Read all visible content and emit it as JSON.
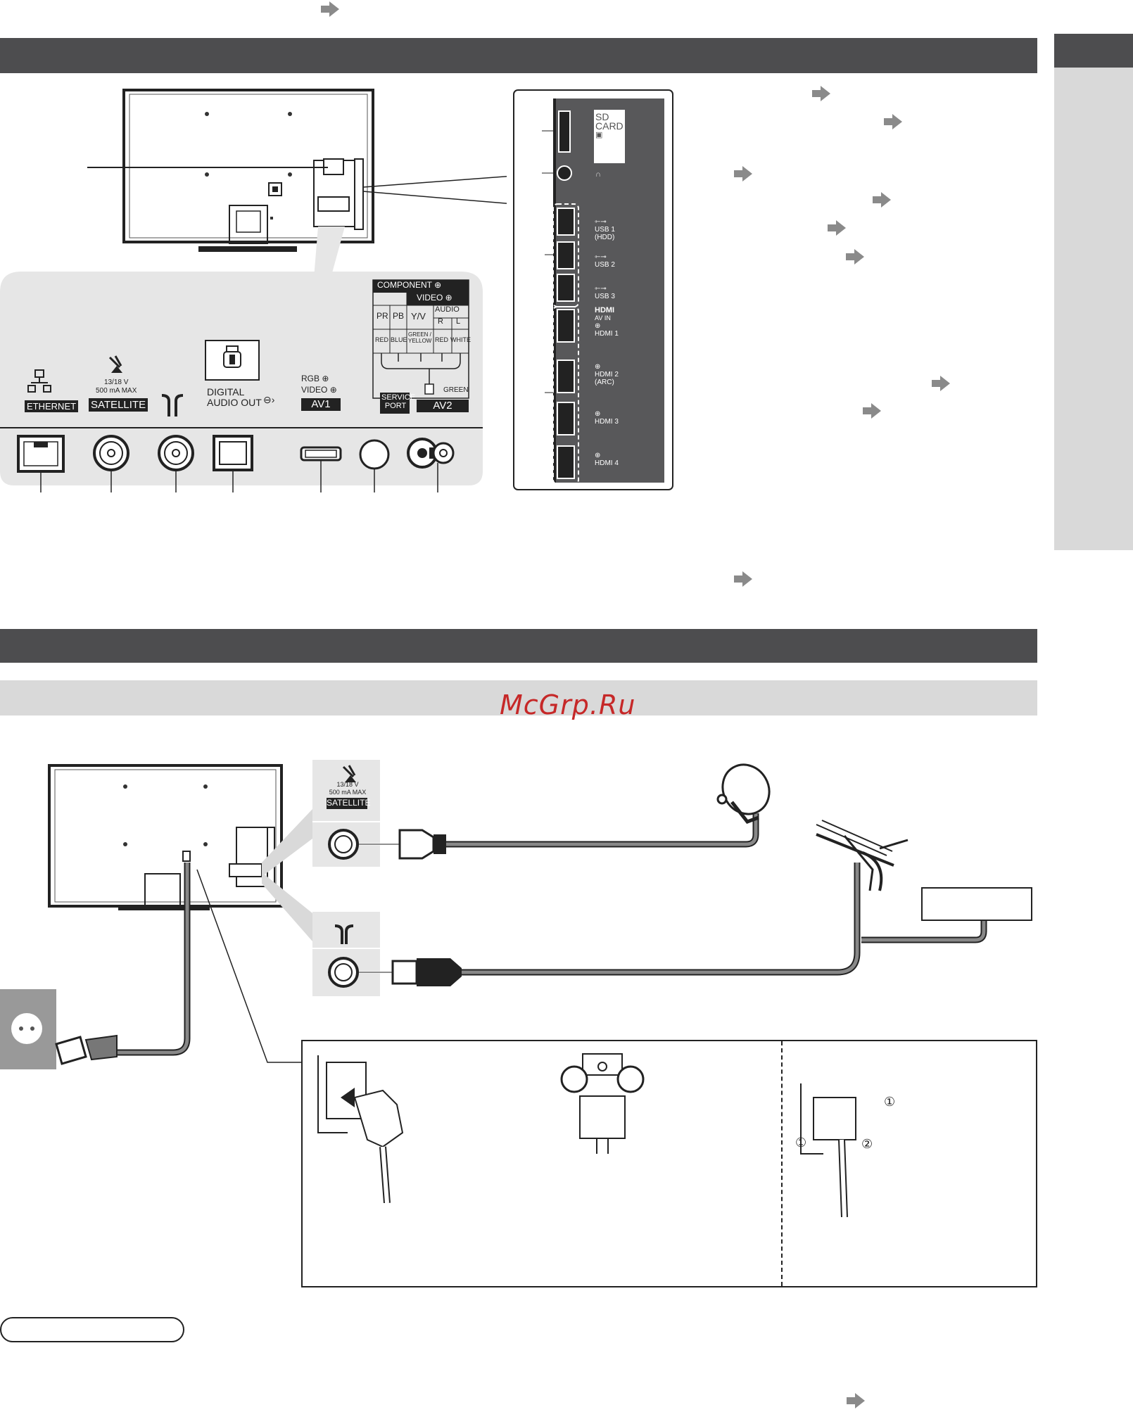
{
  "terminals": {
    "ethernet": "ETHERNET",
    "satellite": "SATELLITE",
    "satellite_spec_1": "13/18 V",
    "satellite_spec_2": "500 mA  MAX",
    "digital_audio_1": "DIGITAL",
    "digital_audio_2": "AUDIO OUT",
    "av1": "AV1",
    "av1_rgb": "RGB",
    "av1_video": "VIDEO",
    "service_port_1": "SERVICE",
    "service_port_2": "PORT",
    "av2": "AV2",
    "component": "COMPONENT",
    "video": "VIDEO",
    "audio": "AUDIO",
    "audio_r": "R",
    "audio_l": "L",
    "pr": "PR",
    "pb": "PB",
    "yv": "Y/V",
    "red1": "RED",
    "blue": "BLUE",
    "green_yellow_1": "GREEN /",
    "green_yellow_2": "YELLOW",
    "red2": "RED",
    "white": "WHITE",
    "green": "GREEN"
  },
  "side_panel": {
    "sd_card_1": "SD",
    "sd_card_2": "CARD",
    "usb1_1": "USB 1",
    "usb1_2": "(HDD)",
    "usb2": "USB 2",
    "usb3": "USB 3",
    "hdmi_logo": "HDMI",
    "av_in": "AV IN",
    "hdmi1": "HDMI 1",
    "hdmi2_1": "HDMI 2",
    "hdmi2_2": "(ARC)",
    "hdmi3": "HDMI 3",
    "hdmi4": "HDMI 4"
  },
  "connection": {
    "satellite_spec_1": "13/18 V",
    "satellite_spec_2": "500 mA  MAX",
    "satellite": "SATELLITE"
  },
  "watermark": "McGrp.Ru",
  "icons": [
    "arrow-right-icon",
    "satellite-dish-icon",
    "antenna-icon",
    "ethernet-icon",
    "headphone-icon",
    "usb-icon",
    "input-icon",
    "mains-socket-icon",
    "power-plug-icon"
  ],
  "colors": {
    "band_dark": "#4d4d4f",
    "band_light": "#d9d9d9",
    "tab_dark": "#4d4d4f",
    "tab_light": "#d9d9d9",
    "panel_grey": "#e6e6e6",
    "side_panel": "#58585a",
    "arrow": "#8a8a8a",
    "watermark": "#c62828"
  }
}
